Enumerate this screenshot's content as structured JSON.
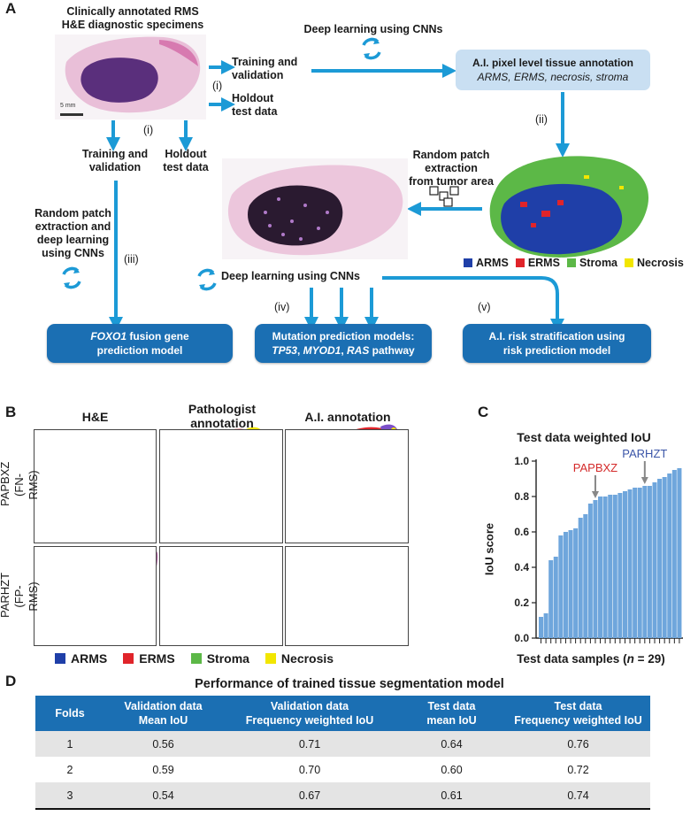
{
  "panels": {
    "a": "A",
    "b": "B",
    "c": "C",
    "d": "D"
  },
  "panelA": {
    "specimen_title": [
      "Clinically annotated RMS",
      "H&E diagnostic specimens"
    ],
    "scale_bar": "5 mm",
    "deep_learning_top": "Deep learning using CNNs",
    "training_validation_top": [
      "Training and",
      "validation"
    ],
    "holdout_top": [
      "Holdout",
      "test data"
    ],
    "roman_i_top": "(i)",
    "roman_i_left": "(i)",
    "training_validation_left": [
      "Training and",
      "validation"
    ],
    "holdout_left": [
      "Holdout",
      "test data"
    ],
    "ai_annotation_title": "A.I. pixel level tissue annotation",
    "ai_annotation_sub": "ARMS, ERMS, necrosis, stroma",
    "roman_ii": "(ii)",
    "random_patch_tumor": [
      "Random patch",
      "extraction",
      "from tumor area"
    ],
    "random_patch_left": [
      "Random patch",
      "extraction and",
      "deep learning",
      "using CNNs"
    ],
    "roman_iii": "(iii)",
    "deep_learning_mid": "Deep learning using CNNs",
    "roman_iv": "(iv)",
    "roman_v": "(v)",
    "legend": [
      {
        "label": "ARMS",
        "color": "#1f3fa8"
      },
      {
        "label": "ERMS",
        "color": "#e0242a"
      },
      {
        "label": "Stroma",
        "color": "#5cb847"
      },
      {
        "label": "Necrosis",
        "color": "#f2e600"
      }
    ],
    "box1": {
      "italic": "FOXO1",
      "rest1": " fusion gene",
      "line2": "prediction model"
    },
    "box2": {
      "line1": "Mutation prediction models:",
      "g1": "TP53",
      "sep1": ", ",
      "g2": "MYOD1",
      "sep2": ", ",
      "g3": "RAS",
      "tail": " pathway"
    },
    "box3": {
      "line1": "A.I. risk stratification using",
      "line2": "risk prediction model"
    }
  },
  "panelB": {
    "col_headers": [
      "H&E",
      [
        "Pathologist",
        "annotation"
      ],
      "A.I. annotation"
    ],
    "row_labels": [
      [
        "PAPBXZ",
        "(FN-RMS)"
      ],
      [
        "PARHZT",
        "(FP-RMS)"
      ]
    ],
    "legend": [
      {
        "label": "ARMS",
        "color": "#1f3fa8"
      },
      {
        "label": "ERMS",
        "color": "#e0242a"
      },
      {
        "label": "Stroma",
        "color": "#5cb847"
      },
      {
        "label": "Necrosis",
        "color": "#f2e600"
      }
    ]
  },
  "chart_data": {
    "type": "bar",
    "title": "Test data weighted IoU",
    "ylabel": "IoU score",
    "xlabel_pre": "Test data samples (",
    "xlabel_n": "n",
    "xlabel_post": " = 29)",
    "ylim": [
      0,
      1.0
    ],
    "yticks": [
      "0.0",
      "0.2",
      "0.4",
      "0.6",
      "0.8",
      "1.0"
    ],
    "bar_color": "#6fa6dc",
    "values": [
      0.12,
      0.14,
      0.44,
      0.46,
      0.58,
      0.6,
      0.61,
      0.62,
      0.68,
      0.7,
      0.76,
      0.78,
      0.8,
      0.8,
      0.81,
      0.81,
      0.82,
      0.83,
      0.84,
      0.85,
      0.85,
      0.86,
      0.86,
      0.88,
      0.9,
      0.91,
      0.93,
      0.95,
      0.96
    ],
    "annotations": [
      {
        "label": "PAPBXZ",
        "index": 11,
        "color": "#d42a2a"
      },
      {
        "label": "PARHZT",
        "index": 21,
        "color": "#3b55a8"
      }
    ]
  },
  "panelD": {
    "title": "Performance of trained tissue segmentation model",
    "headers": [
      [
        "Folds"
      ],
      [
        "Validation data",
        "Mean IoU"
      ],
      [
        "Validation data",
        "Frequency weighted IoU"
      ],
      [
        "Test data",
        "mean IoU"
      ],
      [
        "Test data",
        "Frequency weighted IoU"
      ]
    ],
    "rows": [
      [
        "1",
        "0.56",
        "0.71",
        "0.64",
        "0.76"
      ],
      [
        "2",
        "0.59",
        "0.70",
        "0.60",
        "0.72"
      ],
      [
        "3",
        "0.54",
        "0.67",
        "0.61",
        "0.74"
      ]
    ]
  }
}
